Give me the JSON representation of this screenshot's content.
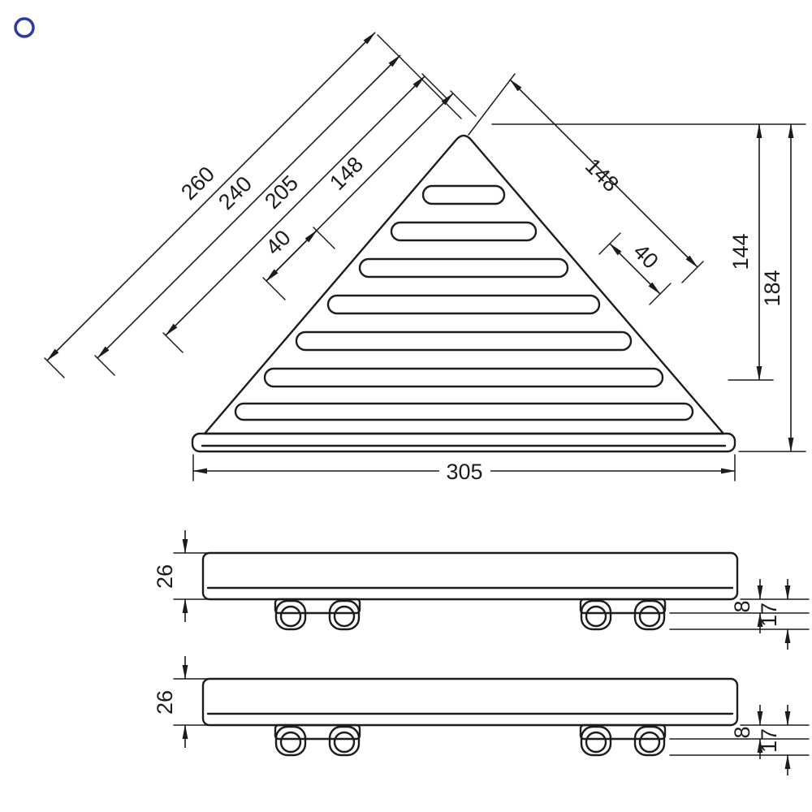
{
  "title": "corner-basket-dimension-drawing",
  "colors": {
    "line": "#1c1c1c",
    "accent": "#2b3aa5",
    "background": "#ffffff"
  },
  "dims": {
    "top_view": {
      "diag_260": "260",
      "diag_240": "240",
      "diag_205": "205",
      "diag_148_left": "148",
      "diag_40_left": "40",
      "diag_148_right": "148",
      "diag_40_right": "40",
      "height_144": "144",
      "height_184": "184",
      "base_305": "305"
    },
    "side_view_top": {
      "thickness_26": "26",
      "hook_8": "8",
      "hook_17": "17"
    },
    "side_view_bottom": {
      "thickness_26": "26",
      "hook_8": "8",
      "hook_17": "17"
    }
  }
}
